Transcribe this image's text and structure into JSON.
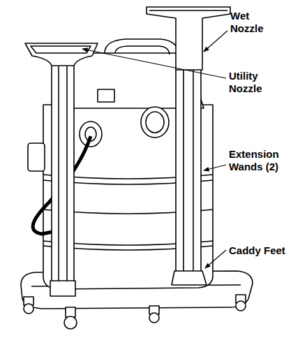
{
  "diagram": {
    "labels": [
      "Wet Nozzle",
      "Utility Nozzle",
      "Extension Wands (2)",
      "Caddy Feet"
    ]
  }
}
